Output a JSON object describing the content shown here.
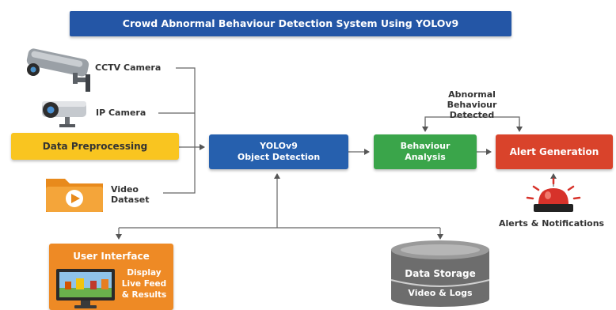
{
  "title": "Crowd Abnormal Behaviour Detection System Using YOLOv9",
  "sources": {
    "cctv": "CCTV Camera",
    "ip": "IP Camera",
    "preprocessing": "Data Preprocessing",
    "video_line1": "Video",
    "video_line2": "Dataset"
  },
  "yolo": {
    "line1": "YOLOv9",
    "line2": "Object Detection"
  },
  "behaviour": {
    "line1": "Behaviour",
    "line2": "Analysis"
  },
  "alert": {
    "label": "Alert Generation"
  },
  "abnormal": {
    "line1": "Abnormal",
    "line2": "Behaviour Detected"
  },
  "notifications": "Alerts & Notifications",
  "ui": {
    "title": "User Interface",
    "line1": "Display",
    "line2": "Live Feed",
    "line3": "& Results"
  },
  "storage": {
    "title": "Data Storage",
    "subtitle": "Video & Logs"
  },
  "icons": [
    "cctv-camera-icon",
    "ip-camera-icon",
    "video-folder-icon",
    "siren-icon",
    "monitor-icon",
    "database-icon"
  ],
  "colors": {
    "title": "#2456a6",
    "preprocessing": "#f9c520",
    "yolo": "#2660ae",
    "behaviour": "#3aa54a",
    "alert": "#d9432b",
    "ui": "#ee8a25",
    "storage": "#7a7a7a"
  }
}
